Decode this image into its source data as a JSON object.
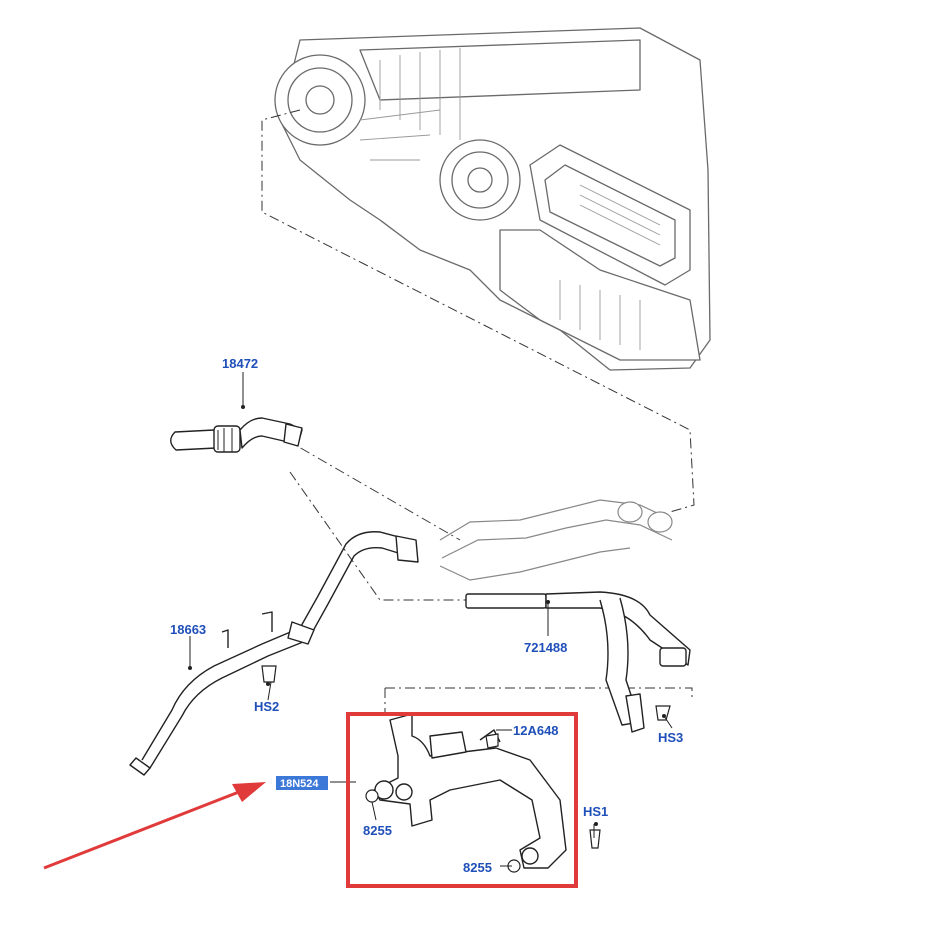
{
  "colors": {
    "label": "#1f4fb8",
    "line": "#222222",
    "outline": "#555555",
    "highlight_box": "#e03a3a",
    "arrow": "#e03a3a",
    "hidden_label_bg": "#3c78d8"
  },
  "labels": {
    "p18472": "18472",
    "p18663": "18663",
    "p721488": "721488",
    "p12A648": "12A648",
    "hs1": "HS1",
    "hs2": "HS2",
    "hs3": "HS3",
    "p8255_left": "8255",
    "p8255_right": "8255",
    "highlighted_part": "18N524"
  }
}
